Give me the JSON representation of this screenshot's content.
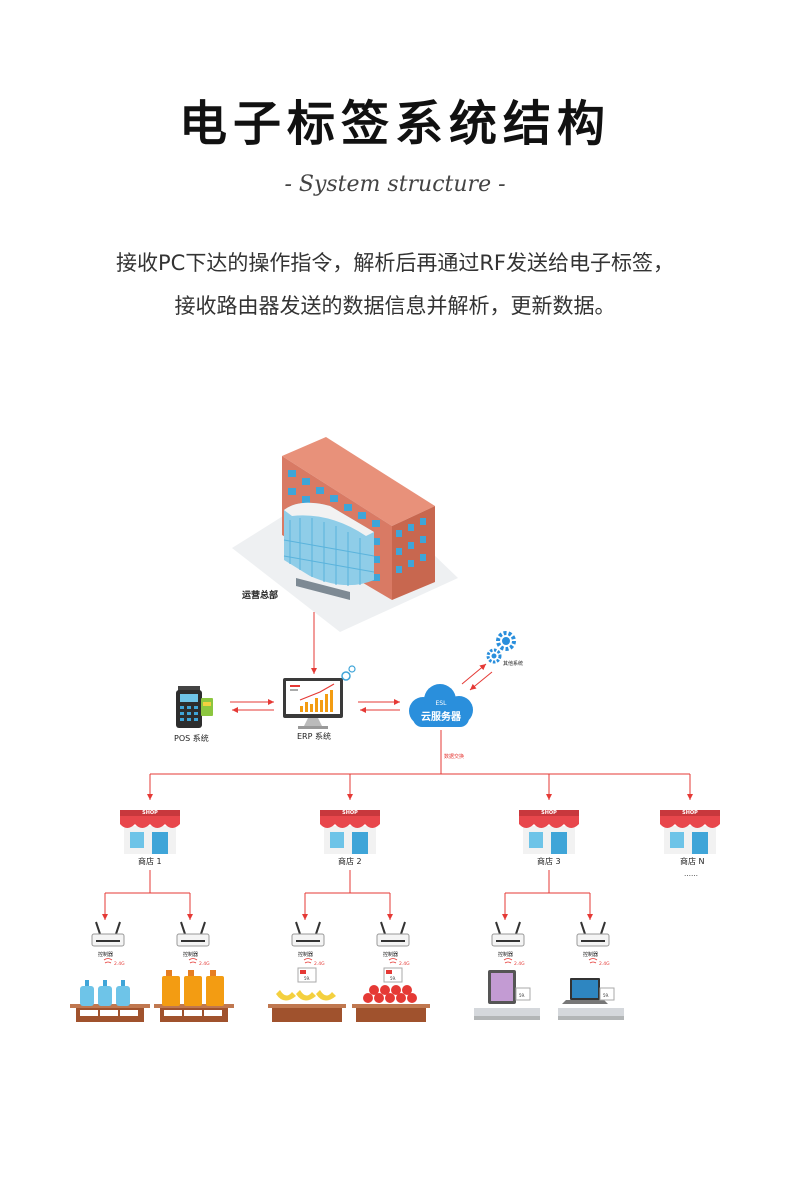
{
  "header": {
    "title": "电子标签系统结构",
    "subtitle": "- System structure -",
    "description_line1": "接收PC下达的操作指令，解析后再通过RF发送给电子标签，",
    "description_line2": "接收路由器发送的数据信息并解析，更新数据。"
  },
  "diagram": {
    "hq_label": "运营总部",
    "pos_label": "POS 系统",
    "erp_label": "ERP 系统",
    "cloud_badge": "ESL",
    "cloud_label": "云服务器",
    "other_system_label": "其他系统",
    "data_exchange_label": "数据交换",
    "shop_sign": "SHOP",
    "shops": [
      {
        "label": "商店 1"
      },
      {
        "label": "商店 2"
      },
      {
        "label": "商店 3"
      },
      {
        "label": "商店 N",
        "ellipsis": "……"
      }
    ],
    "controller_label": "控制器",
    "frequency_label": "2.4G",
    "tag_price": "59.",
    "colors": {
      "link_red": "#e53935",
      "building_roof": "#e8917a",
      "glass_blue": "#3fa5d8",
      "shop_awning": "#e8474c",
      "cloud_blue": "#2a8fdc",
      "shelf_brown": "#a0522d"
    }
  }
}
